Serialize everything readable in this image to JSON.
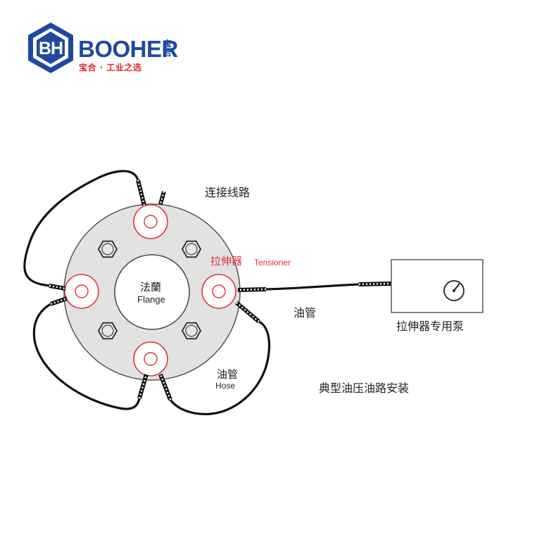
{
  "logo": {
    "monogram": "BH",
    "brand_name": "BOOHER",
    "brand_cn": "宝合",
    "slogan": "宝合 · 工业之选",
    "colors": {
      "blue": "#1e4a9e",
      "red": "#d8262c"
    }
  },
  "labels": {
    "connection_line": "连接线路",
    "tensioner_cn": "拉伸器",
    "tensioner_en": "Tensioner",
    "flange_cn": "法蘭",
    "flange_en": "Flange",
    "oil_pipe_top": "油管",
    "hose_cn": "油管",
    "hose_en": "Hose",
    "pump": "拉伸器专用泵",
    "installation_title": "典型油压油路安装"
  },
  "colors": {
    "flange_fill": "#e2e2e2",
    "tensioner_red": "#e0333a",
    "line": "#111111",
    "text": "#222222"
  },
  "icons": [
    "logo-hexagon-icon",
    "pressure-gauge-icon",
    "hex-nut-icon",
    "hose-fitting-icon"
  ]
}
